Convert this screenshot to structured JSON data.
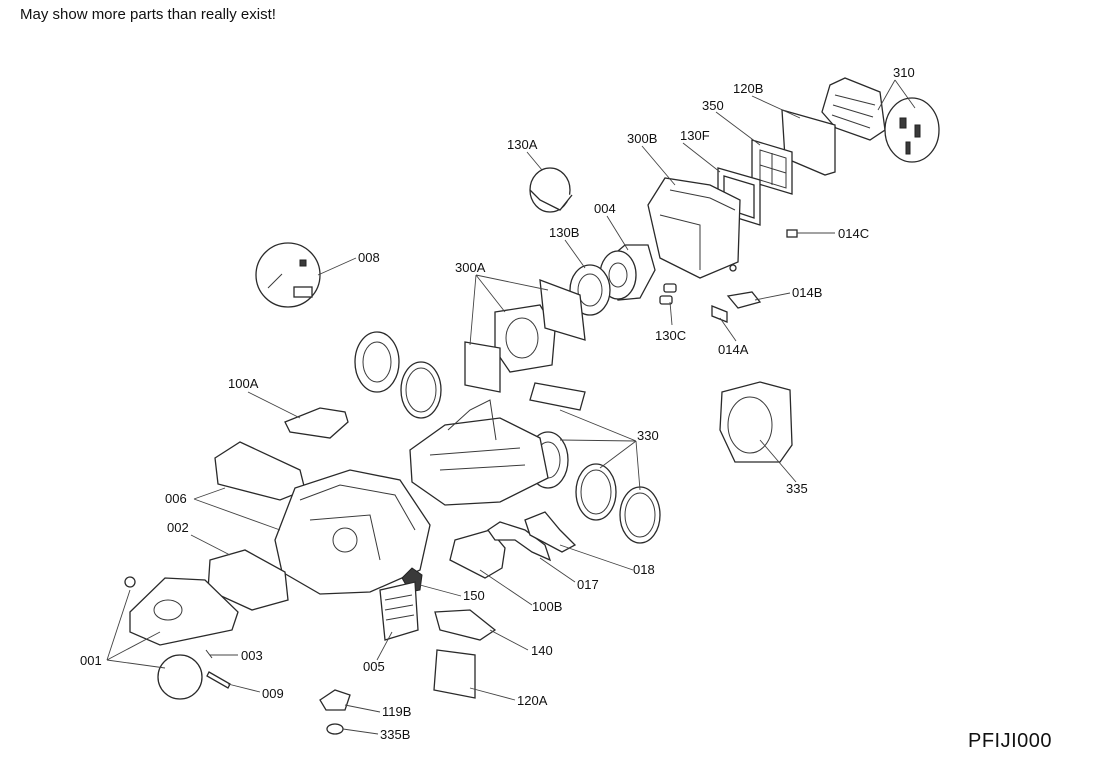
{
  "note": "May show more parts than really exist!",
  "diagram_code": "PFIJI000",
  "part_labels": {
    "p310": "310",
    "p120B": "120B",
    "p350": "350",
    "p130F": "130F",
    "p300B": "300B",
    "p130A": "130A",
    "p004": "004",
    "p130B": "130B",
    "p014C": "014C",
    "p008": "008",
    "p300A": "300A",
    "p014B": "014B",
    "p130C": "130C",
    "p014A": "014A",
    "p100A": "100A",
    "p330": "330",
    "p335": "335",
    "p006": "006",
    "p002": "002",
    "p018": "018",
    "p017": "017",
    "p150": "150",
    "p100B": "100B",
    "p001": "001",
    "p003": "003",
    "p140": "140",
    "p005": "005",
    "p009": "009",
    "p120A": "120A",
    "p119B": "119B",
    "p335B": "335B"
  }
}
